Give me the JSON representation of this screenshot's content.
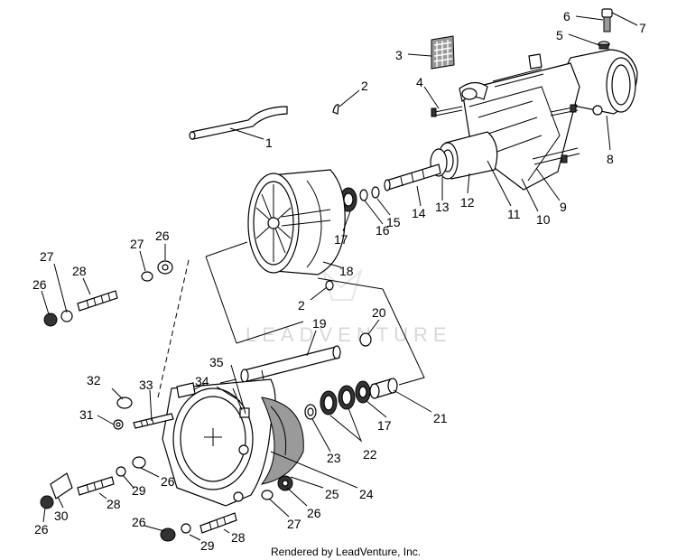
{
  "watermark": "LEADVENTURE",
  "credit": "Rendered by LeadVenture, Inc.",
  "callouts": {
    "c1": "1",
    "c2a": "2",
    "c2b": "2",
    "c3": "3",
    "c4": "4",
    "c5": "5",
    "c6": "6",
    "c7": "7",
    "c8": "8",
    "c9": "9",
    "c10": "10",
    "c11": "11",
    "c12": "12",
    "c13": "13",
    "c14": "14",
    "c15": "15",
    "c16": "16",
    "c17a": "17",
    "c17b": "17",
    "c18": "18",
    "c19": "19",
    "c20": "20",
    "c21": "21",
    "c22": "22",
    "c23": "23",
    "c24": "24",
    "c25": "25",
    "c26a": "26",
    "c26b": "26",
    "c26c": "26",
    "c26d": "26",
    "c26e": "26",
    "c26f": "26",
    "c27a": "27",
    "c27b": "27",
    "c27c": "27",
    "c28a": "28",
    "c28b": "28",
    "c28c": "28",
    "c29a": "29",
    "c29b": "29",
    "c30": "30",
    "c31": "31",
    "c32": "32",
    "c33": "33",
    "c34": "34",
    "c35": "35"
  }
}
